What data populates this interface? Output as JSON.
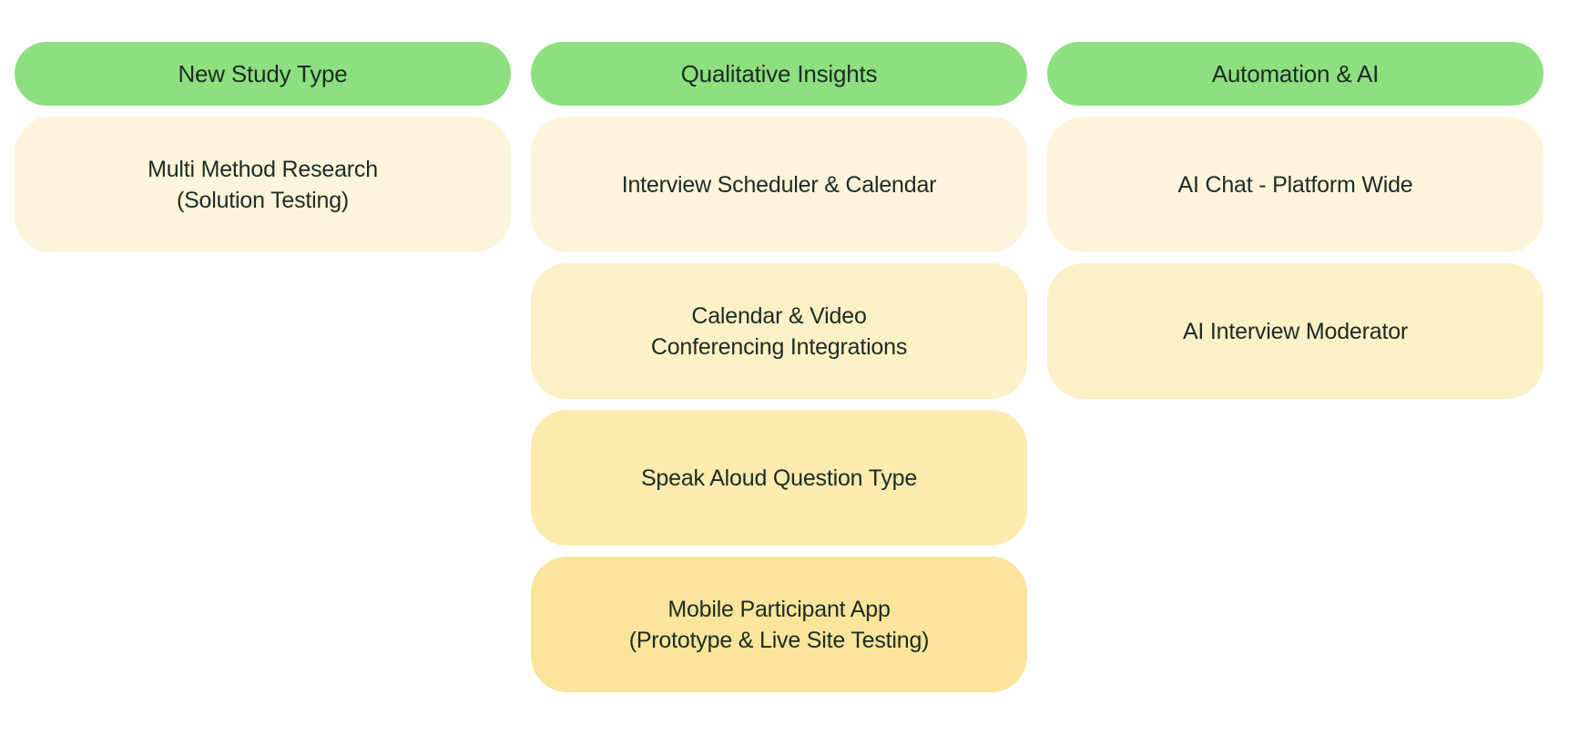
{
  "colors": {
    "header_green": "#8DDF80",
    "card_tier_colors": [
      "#FDF5DB",
      "#FCF0C6",
      "#FBEBAE",
      "#FAE59A"
    ],
    "text_dark": "#1D2B24",
    "background": "#FFFFFF"
  },
  "board": {
    "columns": [
      {
        "title": "New Study Type",
        "cards": [
          {
            "lines": [
              "Multi Method Research",
              "(Solution Testing)"
            ]
          }
        ]
      },
      {
        "title": "Qualitative Insights",
        "cards": [
          {
            "lines": [
              "Interview Scheduler & Calendar"
            ]
          },
          {
            "lines": [
              "Calendar & Video",
              "Conferencing Integrations"
            ]
          },
          {
            "lines": [
              "Speak Aloud Question Type"
            ]
          },
          {
            "lines": [
              "Mobile Participant App",
              "(Prototype & Live Site Testing)"
            ]
          }
        ]
      },
      {
        "title": "Automation & AI",
        "cards": [
          {
            "lines": [
              "AI Chat - Platform Wide"
            ]
          },
          {
            "lines": [
              "AI Interview Moderator"
            ]
          }
        ]
      }
    ]
  }
}
